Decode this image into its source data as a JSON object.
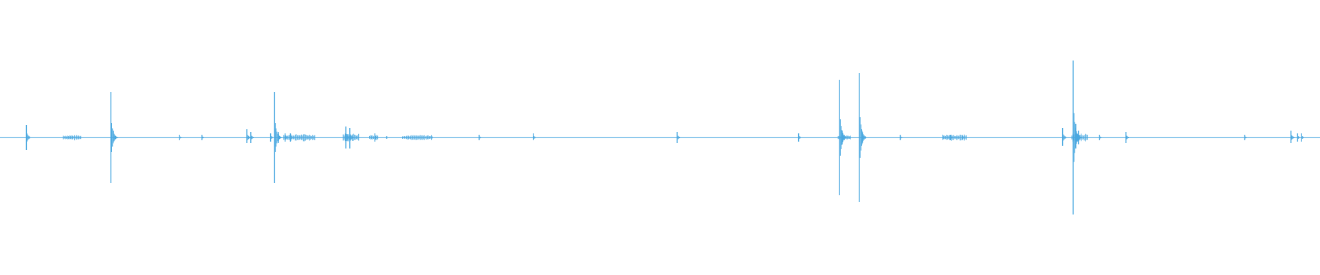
{
  "waveform": {
    "color": "#4aa8e0",
    "peaks": [
      {
        "t": 0.02,
        "up": 0.09,
        "down": 0.09
      },
      {
        "t": 0.084,
        "up": 0.33,
        "down": 0.33
      },
      {
        "t": 0.086,
        "up": 0.05,
        "down": 0.03
      },
      {
        "t": 0.136,
        "up": 0.02,
        "down": 0.02
      },
      {
        "t": 0.153,
        "up": 0.02,
        "down": 0.02
      },
      {
        "t": 0.187,
        "up": 0.06,
        "down": 0.04
      },
      {
        "t": 0.19,
        "up": 0.04,
        "down": 0.04
      },
      {
        "t": 0.205,
        "up": 0.03,
        "down": 0.03
      },
      {
        "t": 0.208,
        "up": 0.33,
        "down": 0.33
      },
      {
        "t": 0.211,
        "up": 0.04,
        "down": 0.04
      },
      {
        "t": 0.216,
        "up": 0.03,
        "down": 0.03
      },
      {
        "t": 0.22,
        "up": 0.03,
        "down": 0.03
      },
      {
        "t": 0.262,
        "up": 0.08,
        "down": 0.08
      },
      {
        "t": 0.265,
        "up": 0.07,
        "down": 0.08
      },
      {
        "t": 0.284,
        "up": 0.03,
        "down": 0.03
      },
      {
        "t": 0.293,
        "up": 0.01,
        "down": 0.01
      },
      {
        "t": 0.363,
        "up": 0.02,
        "down": 0.02
      },
      {
        "t": 0.404,
        "up": 0.03,
        "down": 0.02
      },
      {
        "t": 0.513,
        "up": 0.04,
        "down": 0.04
      },
      {
        "t": 0.605,
        "up": 0.03,
        "down": 0.03
      },
      {
        "t": 0.636,
        "up": 0.42,
        "down": 0.42
      },
      {
        "t": 0.638,
        "up": 0.05,
        "down": 0.05
      },
      {
        "t": 0.651,
        "up": 0.47,
        "down": 0.47
      },
      {
        "t": 0.653,
        "up": 0.05,
        "down": 0.05
      },
      {
        "t": 0.682,
        "up": 0.02,
        "down": 0.02
      },
      {
        "t": 0.72,
        "up": 0.02,
        "down": 0.02
      },
      {
        "t": 0.729,
        "up": 0.02,
        "down": 0.02
      },
      {
        "t": 0.805,
        "up": 0.07,
        "down": 0.06
      },
      {
        "t": 0.813,
        "up": 0.56,
        "down": 0.56
      },
      {
        "t": 0.815,
        "up": 0.1,
        "down": 0.08
      },
      {
        "t": 0.817,
        "up": 0.05,
        "down": 0.05
      },
      {
        "t": 0.833,
        "up": 0.02,
        "down": 0.02
      },
      {
        "t": 0.853,
        "up": 0.04,
        "down": 0.04
      },
      {
        "t": 0.943,
        "up": 0.02,
        "down": 0.02
      },
      {
        "t": 0.978,
        "up": 0.05,
        "down": 0.04
      },
      {
        "t": 0.983,
        "up": 0.03,
        "down": 0.03
      },
      {
        "t": 0.986,
        "up": 0.03,
        "down": 0.03
      }
    ],
    "bursts": [
      {
        "start": 0.048,
        "end": 0.062,
        "amp": 0.018
      },
      {
        "start": 0.215,
        "end": 0.239,
        "amp": 0.025
      },
      {
        "start": 0.26,
        "end": 0.272,
        "amp": 0.03
      },
      {
        "start": 0.28,
        "end": 0.287,
        "amp": 0.022
      },
      {
        "start": 0.305,
        "end": 0.328,
        "amp": 0.018
      },
      {
        "start": 0.635,
        "end": 0.645,
        "amp": 0.02
      },
      {
        "start": 0.714,
        "end": 0.732,
        "amp": 0.022
      },
      {
        "start": 0.812,
        "end": 0.824,
        "amp": 0.03
      }
    ]
  }
}
